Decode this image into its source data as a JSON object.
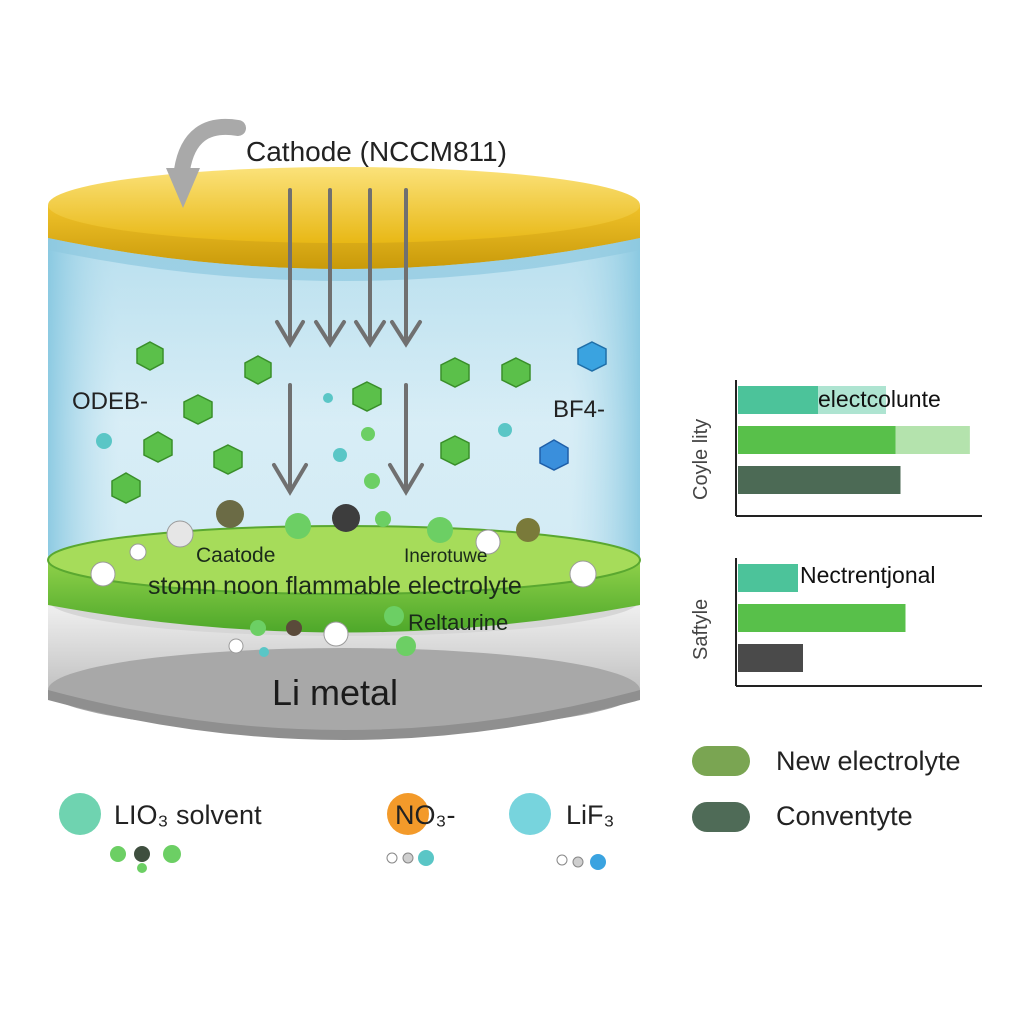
{
  "diagram": {
    "cathode_label": "Cathode (NCCM811)",
    "anion_left": "ODEB-",
    "anion_right": "BF4-",
    "interphase_label_1": "Caatode",
    "interphase_label_2": "Inerotuwe",
    "interphase_main": "stomn noon flammable electrolyte",
    "interphase_label_3": "Reltaurine",
    "anode_label": "Li metal"
  },
  "legend_bottom": [
    {
      "label": "LIO₃ solvent",
      "color": "#6fd3b0"
    },
    {
      "label": "NO₃-",
      "color": "#f39a2a"
    },
    {
      "label": "LiF₃",
      "color": "#77d4dd"
    }
  ],
  "charts": {
    "top": {
      "axis_label": "Coyle lity",
      "series_label": "electcolunte"
    },
    "bottom": {
      "axis_label": "Saftyle",
      "series_label": "Nectrentjonal"
    }
  },
  "legend_right": [
    {
      "label": "New electrolyte",
      "color": "#7aa552"
    },
    {
      "label": "Conventyte",
      "color": "#4f6b57"
    }
  ],
  "chart_data": [
    {
      "type": "bar",
      "orientation": "horizontal",
      "ylabel": "Coyle lity",
      "grid": false,
      "bars": [
        {
          "value": 0.32,
          "extra": 0.32,
          "color": "#4cc39a"
        },
        {
          "value": 0.63,
          "extra": 0.35,
          "color": "#58c04a"
        },
        {
          "value": 0.65,
          "extra": 0,
          "color": "#4c6a55"
        }
      ]
    },
    {
      "type": "bar",
      "orientation": "horizontal",
      "ylabel": "Saftyle",
      "grid": false,
      "bars": [
        {
          "value": 0.24,
          "extra": 0,
          "color": "#4cc39a"
        },
        {
          "value": 0.67,
          "extra": 0,
          "color": "#58c04a"
        },
        {
          "value": 0.26,
          "extra": 0,
          "color": "#4a4a4a"
        }
      ]
    }
  ]
}
